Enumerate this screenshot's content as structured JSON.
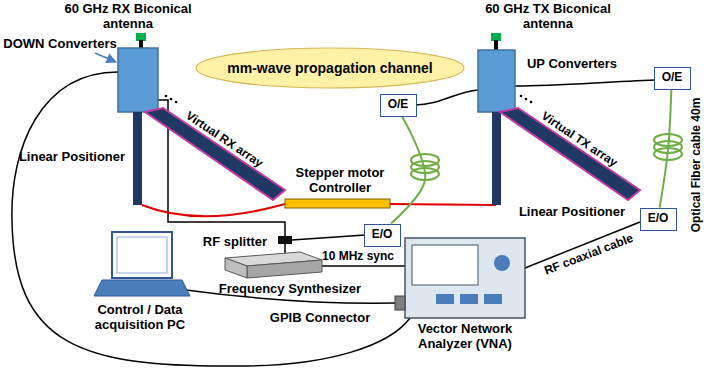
{
  "diagram": {
    "nodes": [
      {
        "text": [
          "mm-wave propagation channel"
        ]
      },
      {
        "text": [
          "O/E"
        ]
      },
      {
        "text": [
          "O/E"
        ]
      },
      {
        "text": [
          "E/O"
        ]
      },
      {
        "text": [
          "E/O"
        ]
      }
    ],
    "edges": [
      {
        "from": 3,
        "to": 1,
        "arrow": "none"
      },
      {
        "from": 4,
        "to": 2,
        "arrow": "none"
      }
    ],
    "labels": [
      "60 GHz RX Biconical antenna",
      "60 GHz TX Biconical antenna",
      "DOWN Converters",
      "UP Converters",
      "Virtual RX array",
      "Virtual TX array",
      "Linear Positioner",
      "Linear Positioner",
      "Stepper motor Controller",
      "Optical Fiber cable 40m",
      "RF splitter",
      "10 MHz sync",
      "Frequency Synthesizer",
      "RF coaxial cable",
      "Control / Data acquisition PC",
      "GPIB Connector",
      "Vector Network Analyzer (VNA)"
    ]
  }
}
